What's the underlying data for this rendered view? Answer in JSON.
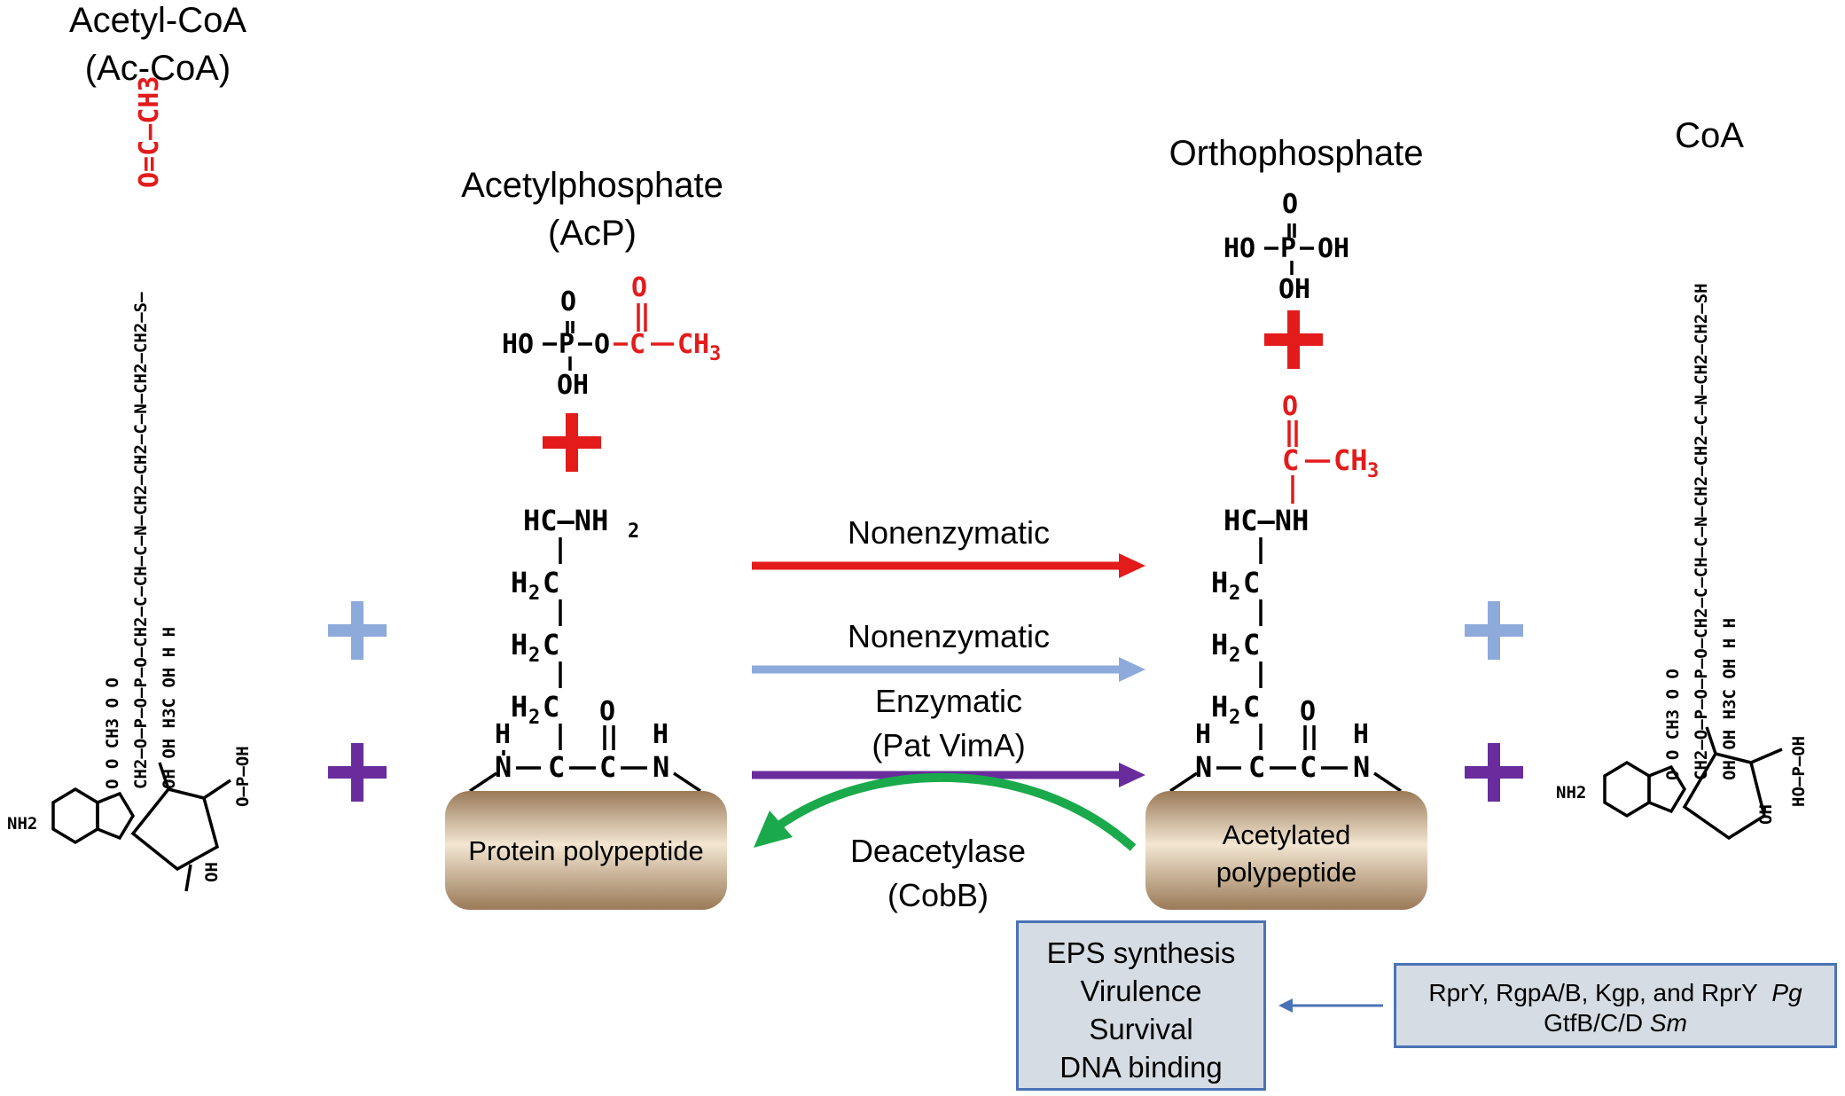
{
  "titles": {
    "acetyl_coa": "Acetyl-CoA",
    "acetyl_coa_abbr": "(Ac-CoA)",
    "acetylphosphate": "Acetylphosphate",
    "acetylphosphate_abbr": "(AcP)",
    "orthophosphate": "Orthophosphate",
    "coa": "CoA"
  },
  "reactions": {
    "nonenzymatic_1": "Nonenzymatic",
    "nonenzymatic_2": "Nonenzymatic",
    "enzymatic": "Enzymatic",
    "enzymes": "(Pat  VimA)",
    "deacetylase": "Deacetylase",
    "deacetylase_name": "(CobB)"
  },
  "substrates": {
    "protein": "Protein polypeptide",
    "acetylated_1": "Acetylated",
    "acetylated_2": "polypeptide"
  },
  "functions": [
    "EPS synthesis",
    "Virulence",
    "Survival",
    "DNA binding"
  ],
  "targets": {
    "line1_text": "RprY, RgpA/B, Kgp, and RprY",
    "line1_species": "Pg",
    "line2_text": "GtfB/C/D",
    "line2_species": "Sm"
  },
  "chem": {
    "ho": "HO",
    "oh": "OH",
    "p": "P",
    "o": "O",
    "c": "C",
    "ch3": "CH",
    "hc_nh2": "HC–NH",
    "hc_nh": "HC–NH",
    "h2c": "H",
    "n": "N",
    "h": "H",
    "sub2": "2",
    "sub3": "3"
  },
  "colors": {
    "red": "#e31b1b",
    "light_blue": "#8eaadb",
    "purple": "#6a2c9c",
    "green": "#1aaa4b",
    "box_border": "#4a73b5",
    "box_fill": "#d6dce4"
  }
}
